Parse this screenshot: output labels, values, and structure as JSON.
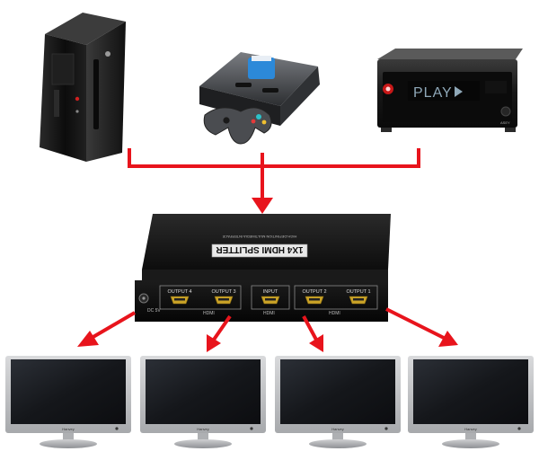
{
  "sources": {
    "media_player": {
      "display_text": "PLAY",
      "brand": "ASEY"
    }
  },
  "splitter": {
    "product_label": "1X4 HDMI SPLITTER",
    "subtitle": "HIGH-DEFINITION MULTIMEDIA INTERFACE",
    "power_label": "DC 5V",
    "ports": [
      {
        "label": "OUTPUT 4"
      },
      {
        "label": "OUTPUT 3"
      },
      {
        "label": "INPUT"
      },
      {
        "label": "OUTPUT 2"
      },
      {
        "label": "OUTPUT 1"
      }
    ],
    "group_labels": [
      "HDMI",
      "HDMI",
      "HDMI"
    ]
  },
  "monitors": [
    {
      "brand": "Hanvey"
    },
    {
      "brand": "Hanvey"
    },
    {
      "brand": "Hanvey"
    },
    {
      "brand": "Hanvey"
    }
  ],
  "colors": {
    "connector": "#e8141c",
    "device_body": "#141414",
    "panel_frame": "#bfc1c4",
    "screen": "#1a1d22",
    "port_gold": "#c9a227"
  }
}
